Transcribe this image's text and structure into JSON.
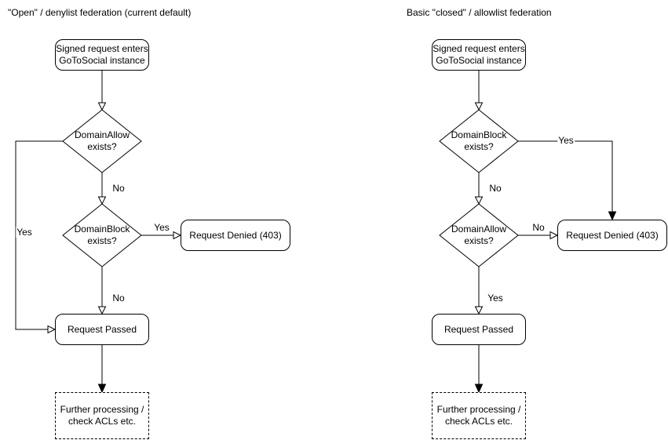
{
  "page": {
    "background_color": "#ffffff",
    "stroke_color": "#000000",
    "text_color": "#000000"
  },
  "diagrams": [
    {
      "title": "\"Open\" / denylist federation (current default)",
      "nodes": {
        "start": "Signed request enters\nGoToSocial instance",
        "decision1": "DomainAllow\nexists?",
        "decision2": "DomainBlock\nexists?",
        "denied": "Request Denied (403)",
        "passed": "Request Passed",
        "further": "Further processing /\ncheck ACLs etc."
      },
      "labels": {
        "decision1_down": "No",
        "decision1_branch": "Yes",
        "decision2_branch": "Yes",
        "decision2_down": "No"
      }
    },
    {
      "title": "Basic \"closed\" / allowlist federation",
      "nodes": {
        "start": "Signed request enters\nGoToSocial instance",
        "decision1": "DomainBlock\nexists?",
        "decision2": "DomainAllow\nexists?",
        "denied": "Request Denied (403)",
        "passed": "Request Passed",
        "further": "Further processing /\ncheck ACLs etc."
      },
      "labels": {
        "decision1_down": "No",
        "decision1_branch": "Yes",
        "decision2_branch": "No",
        "decision2_down": "Yes"
      }
    }
  ]
}
